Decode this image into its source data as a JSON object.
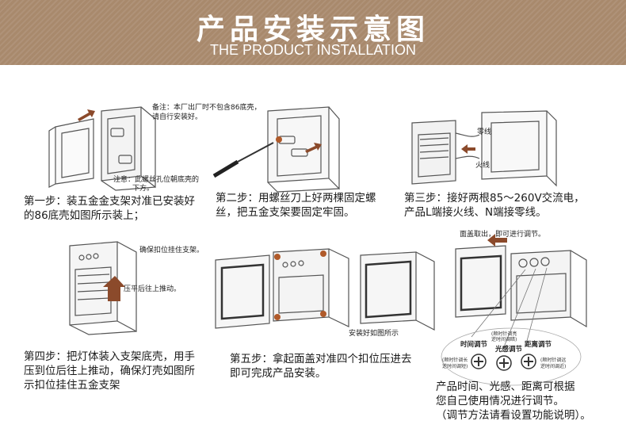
{
  "header": {
    "title": "产品安装示意图",
    "subtitle": "THE PRODUCT INSTALLATION"
  },
  "panel1": {
    "note_top_1": "备注：本厂出厂时不包含86底壳，",
    "note_top_2": "请自行安装好。",
    "note_bottom_1": "注意：此螺丝孔位朝底壳的",
    "note_bottom_2": "下方。"
  },
  "panel3": {
    "label_neutral": "零线",
    "label_live": "火线"
  },
  "panel4": {
    "label_hang": "确保扣位挂住支架。",
    "label_push": "压平后往上推动。"
  },
  "panel5": {
    "label_done": "安装好如图所示"
  },
  "panel6": {
    "label_remove": "面盖取出，即可进行调节。",
    "knob_time": "时间调节",
    "knob_light": "光感调节",
    "knob_distance": "距离调节",
    "time_cw": "(顺时针调长",
    "time_ccw": "逆时间调短)",
    "light_cw": "(顺时针调亮",
    "light_ccw": "逆时间调暗)",
    "dist_cw": "(顺时针调远",
    "dist_ccw": "逆时间调近)"
  },
  "steps": {
    "step1_l1": "第一步：装五金金支架对准已安装好",
    "step1_l2": "的86底壳如图所示装上；",
    "step2_l1": "第二步：用螺丝刀上好两棵固定螺",
    "step2_l2": "丝，把五金支架要固定牢固。",
    "step3_l1": "第三步：接好两根85～260V交流电，",
    "step3_l2": "产品L端接火线、N端接零线。",
    "step4_l1": "第四步：把灯体装入支架底壳，用手",
    "step4_l2": "压到位后往上推动，确保灯壳如图所",
    "step4_l3": "示扣位挂住五金支架",
    "step5_l1": "第五步：拿起面盖对准四个扣位压进去",
    "step5_l2": "即可完成产品安装。",
    "note_l1": "产品时间、光感、距离可根据",
    "note_l2": "您自己使用情况进行调节。",
    "note_l3": "（调节方法请看设置功能说明）。"
  },
  "colors": {
    "banner": "#a8896c",
    "arrow": "#8b4a2b",
    "screw": "#b05a2a"
  }
}
